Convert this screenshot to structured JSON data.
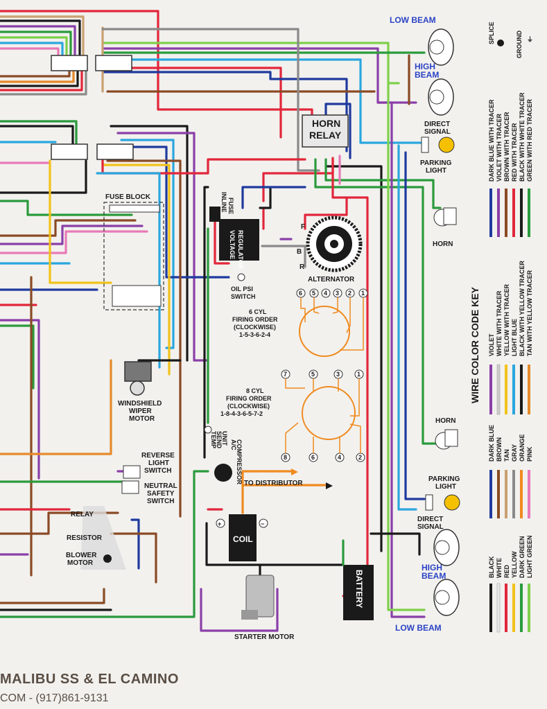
{
  "components": {
    "low_beam_top": "LOW BEAM",
    "high_beam_top": "HIGH BEAM",
    "horn_relay": "HORN RELAY",
    "direct_signal_top": "DIRECT SIGNAL",
    "parking_light_top": "PARKING LIGHT",
    "horn_top": "HORN",
    "fuse_block": "FUSE BLOCK",
    "inline_fuse": "INLINE FUSE",
    "voltage_regulator": "VOLTAGE REGULATOR",
    "alternator": "ALTERNATOR",
    "alt_f": "F",
    "alt_b": "B",
    "alt_r": "R",
    "oil_psi_switch": "OIL PSI SWITCH",
    "firing_6cyl": "6 CYL FIRING ORDER (CLOCKWISE) 1-5-3-6-2-4",
    "firing_8cyl": "8 CYL FIRING ORDER (CLOCKWISE) 1-8-4-3-6-5-7-2",
    "windshield_wiper_motor": "WINDSHIELD WIPER MOTOR",
    "temp_sending_unit": "TEMP SEND UNIT",
    "ac_compressor": "A/C COMPRESSOR",
    "reverse_light_switch": "REVERSE LIGHT SWITCH",
    "neutral_safety_switch": "NEUTRAL SAFETY SWITCH",
    "to_distributor": "TO DISTRIBUTOR",
    "coil": "COIL",
    "coil_plus": "+",
    "coil_minus": "−",
    "relay": "RELAY",
    "resistor": "RESISTOR",
    "blower_motor": "BLOWER MOTOR",
    "battery": "BATTERY",
    "starter_motor": "STARTER MOTOR",
    "horn_bottom": "HORN",
    "parking_light_bottom": "PARKING LIGHT",
    "direct_signal_bottom": "DIRECT SIGNAL",
    "high_beam_bottom": "HIGH BEAM",
    "low_beam_bottom": "LOW BEAM"
  },
  "firing_6cyl_numbers": [
    "6",
    "5",
    "4",
    "3",
    "2",
    "1"
  ],
  "firing_8cyl_top": [
    "7",
    "5",
    "3",
    "1"
  ],
  "firing_8cyl_bottom": [
    "8",
    "6",
    "4",
    "2"
  ],
  "legend": {
    "splice": "SPLICE",
    "ground": "GROUND",
    "key_title": "WIRE COLOR CODE KEY",
    "tracer_group": {
      "labels": [
        "DARK BLUE WITH TRACER",
        "VIOLET WITH TRACER",
        "BROWN WITH TRACER",
        "RED WITH TRACER",
        "BLACK WITH WHITE TRACER",
        "GREEN WITH RED TRACER"
      ],
      "colors": [
        "#1f3a9e",
        "#8a3fa8",
        "#8a4a24",
        "#e2263a",
        "#1a1a1a",
        "#2a9a3c"
      ]
    },
    "tracer_group2": {
      "labels": [
        "VIOLET",
        "WHITE WITH TRACER",
        "YELLOW WITH TRACER",
        "LIGHT BLUE",
        "BLACK WITH YELLOW TRACER",
        "TAN WITH YELLOW TRACER"
      ],
      "colors": [
        "#8a3fa8",
        "#cccccc",
        "#f2c21a",
        "#2aa6de",
        "#1a1a1a",
        "#e58a2a"
      ]
    },
    "solid_group1": {
      "labels": [
        "DARK BLUE",
        "BROWN",
        "TAN",
        "GRAY",
        "ORANGE",
        "PINK"
      ],
      "colors": [
        "#1f3a9e",
        "#8a4a24",
        "#c9a070",
        "#8a8a8a",
        "#f08a1f",
        "#e87ab6"
      ]
    },
    "solid_group2": {
      "labels": [
        "BLACK",
        "WHITE",
        "RED",
        "YELLOW",
        "DARK GREEN",
        "LIGHT GREEN"
      ],
      "colors": [
        "#1a1a1a",
        "#e8e8e8",
        "#e2263a",
        "#f2c21a",
        "#2a9a3c",
        "#7ed04a"
      ]
    }
  },
  "footer": {
    "title": "MALIBU SS  & EL CAMINO",
    "phone": "COM - (917)861-9131"
  }
}
